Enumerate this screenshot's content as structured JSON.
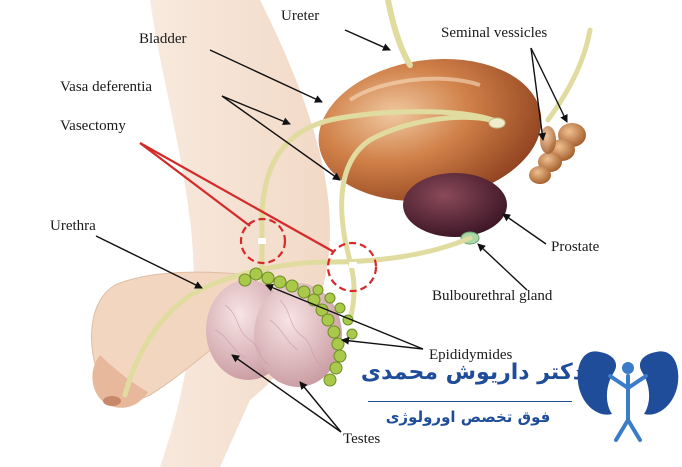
{
  "labels": {
    "ureter": "Ureter",
    "bladder": "Bladder",
    "seminal_vesicles": "Seminal vessicles",
    "vasa_deferentia": "Vasa deferentia",
    "vasectomy": "Vasectomy",
    "urethra": "Urethra",
    "prostate": "Prostate",
    "bulbourethral_gland": "Bulbourethral gland",
    "epididymides": "Epididymides",
    "testes": "Testes"
  },
  "brand": {
    "name": "دکتر داریوش محمدی",
    "subtitle": "فوق تخصص اورولوژی",
    "logo_icon": "kidney-figure-logo-icon",
    "primary_color": "#1f4d9a",
    "accent_color": "#3a7cc7"
  },
  "colors": {
    "vasectomy_marker": "#d42a2a",
    "bladder": "#c9703f",
    "prostate": "#5a2a3a",
    "duct": "#e0dca0",
    "epididymis": "#a8c94a",
    "testis": "#e8c8c8",
    "skin": "#f3dcc8"
  }
}
